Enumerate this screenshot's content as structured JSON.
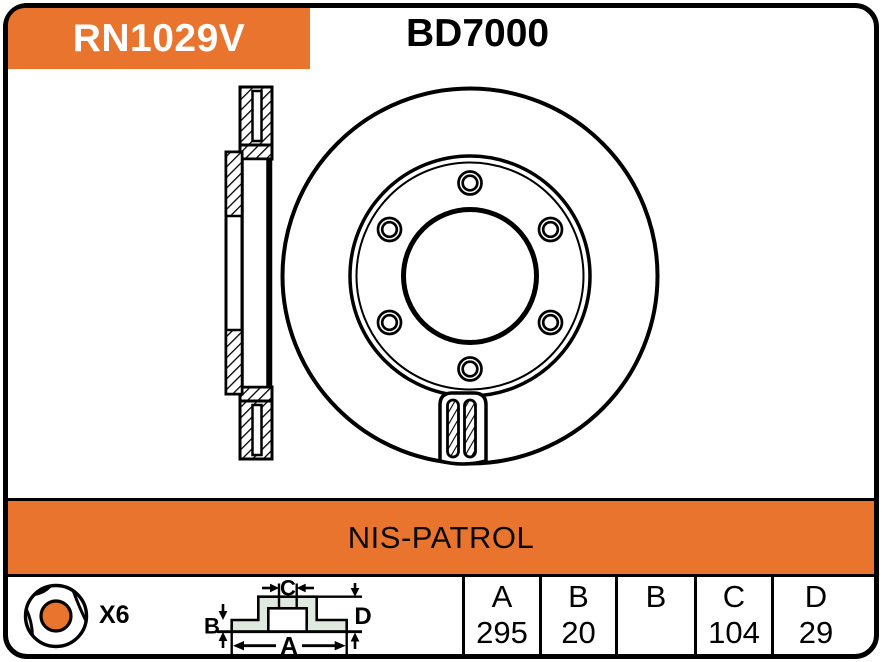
{
  "header": {
    "part_number": "RN1029V",
    "reference_number": "BD7000"
  },
  "drawing": {
    "front_view": "brake-disc-front-view with 6 bolt holes, hub ring, center bore and mounting tab",
    "side_view": "vented-brake-disc-cross-section"
  },
  "application_banner": {
    "label": "NIS-PATROL"
  },
  "hardware": {
    "icon": "lug-nut-icon",
    "quantity_label": "X6"
  },
  "dimension_diagram": {
    "icon": "disc-section-dimension-diagram",
    "labels": {
      "a": "A",
      "b": "B",
      "c": "C",
      "d": "D"
    }
  },
  "dimensions_table": {
    "columns": [
      {
        "header": "A",
        "value": "295"
      },
      {
        "header": "B",
        "value": "20"
      },
      {
        "header": "B",
        "value": ""
      },
      {
        "header": "C",
        "value": "104"
      },
      {
        "header": "D",
        "value": "29"
      }
    ]
  },
  "colors": {
    "accent_orange": "#E8742E",
    "line_black": "#000000",
    "diagram_fill": "#DFE9DF",
    "background": "#FFFFFF"
  }
}
